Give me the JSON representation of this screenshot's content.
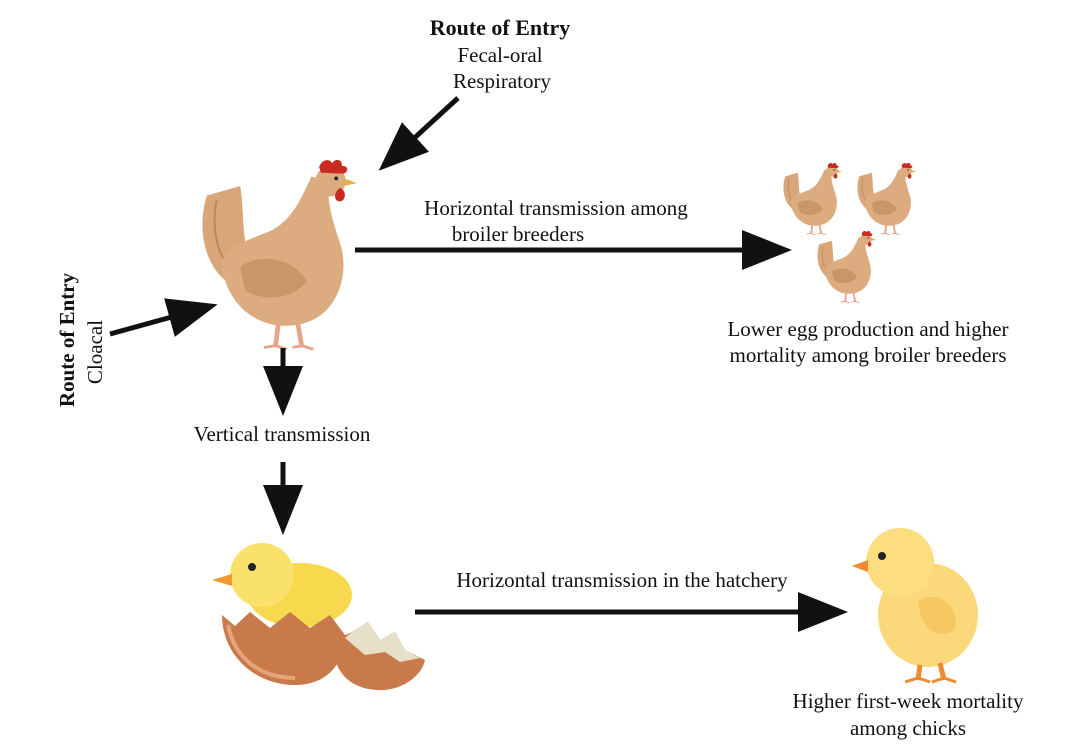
{
  "route_top": {
    "title": "Route of Entry",
    "line1": "Fecal-oral",
    "line2": "Respiratory"
  },
  "route_left": {
    "title": "Route of Entry",
    "line1": "Cloacal"
  },
  "horizontal_breeders": {
    "line1": "Horizontal transmission among",
    "line2": "broiler breeders"
  },
  "outcome_breeders": {
    "line1": "Lower egg production and higher",
    "line2": "mortality among broiler breeders"
  },
  "vertical": {
    "label": "Vertical transmission"
  },
  "horizontal_hatchery": {
    "label": "Horizontal transmission in the hatchery"
  },
  "outcome_chicks": {
    "line1": "Higher first-week mortality",
    "line2": "among chicks"
  },
  "icons": [
    "hen-icon",
    "flock-icon",
    "hatching-chick-icon",
    "chick-icon"
  ],
  "colors": {
    "hen_body": "#d9a77c",
    "hen_comb": "#cc2a1e",
    "chick_yellow": "#f8de5a",
    "eggshell": "#c97a4a",
    "arrow": "#111111"
  }
}
